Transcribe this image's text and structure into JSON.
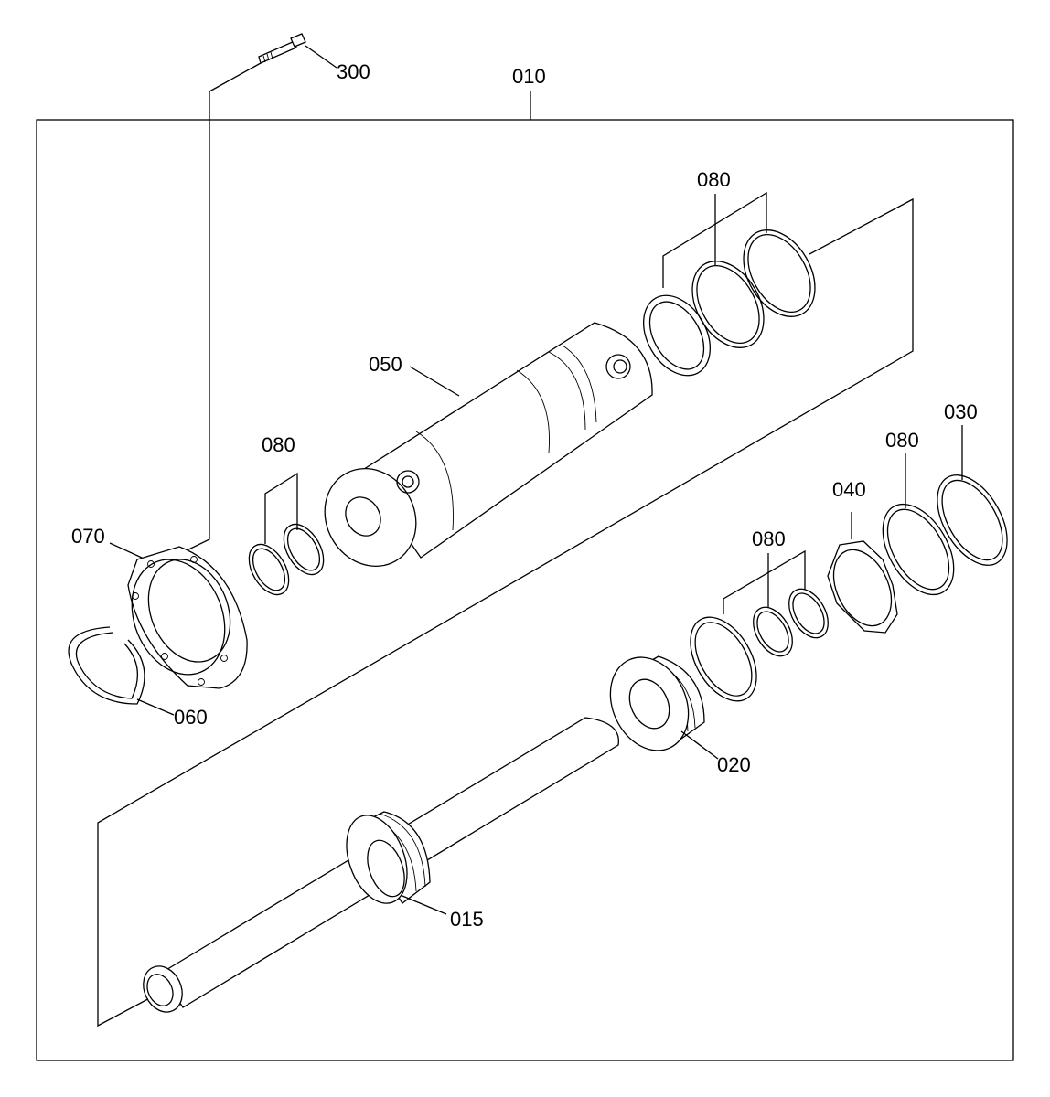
{
  "labels": {
    "assembly": "010",
    "bolt": "300",
    "cylinder_tube": "050",
    "tube_seals": "080",
    "head_seals": "080",
    "head_flange": "070",
    "snap_ring": "060",
    "gland_seals": "080",
    "lock_washer": "040",
    "wear_ring": "080",
    "piston_ring": "030",
    "piston": "020",
    "rod": "015"
  }
}
